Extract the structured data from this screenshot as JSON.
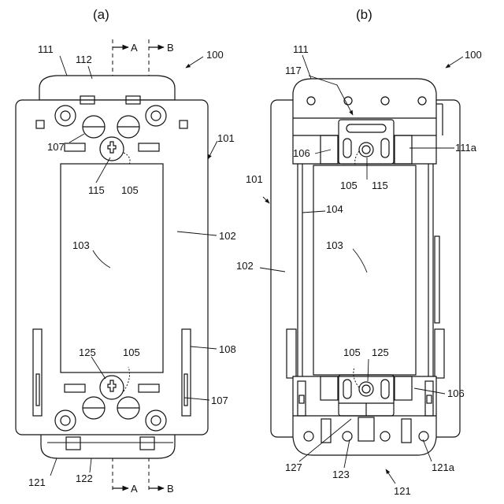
{
  "figure": {
    "panel_a": {
      "caption": "(a)",
      "section_top": {
        "a": "A",
        "b": "B"
      },
      "section_bottom": {
        "a": "A",
        "b": "B"
      },
      "labels": {
        "l100": "100",
        "l101": "101",
        "l102": "102",
        "l103": "103",
        "l105_top": "105",
        "l105_bot": "105",
        "l107_top": "107",
        "l107_bot": "107",
        "l108": "108",
        "l111": "111",
        "l112": "112",
        "l115": "115",
        "l121": "121",
        "l122": "122",
        "l125": "125"
      }
    },
    "panel_b": {
      "caption": "(b)",
      "labels": {
        "l100": "100",
        "l101": "101",
        "l102": "102",
        "l103": "103",
        "l104": "104",
        "l105_top": "105",
        "l105_bot": "105",
        "l106_top": "106",
        "l106_bot": "106",
        "l111": "111",
        "l111a": "111a",
        "l115": "115",
        "l117": "117",
        "l121": "121",
        "l121a": "121a",
        "l123": "123",
        "l125": "125",
        "l127": "127"
      }
    }
  }
}
